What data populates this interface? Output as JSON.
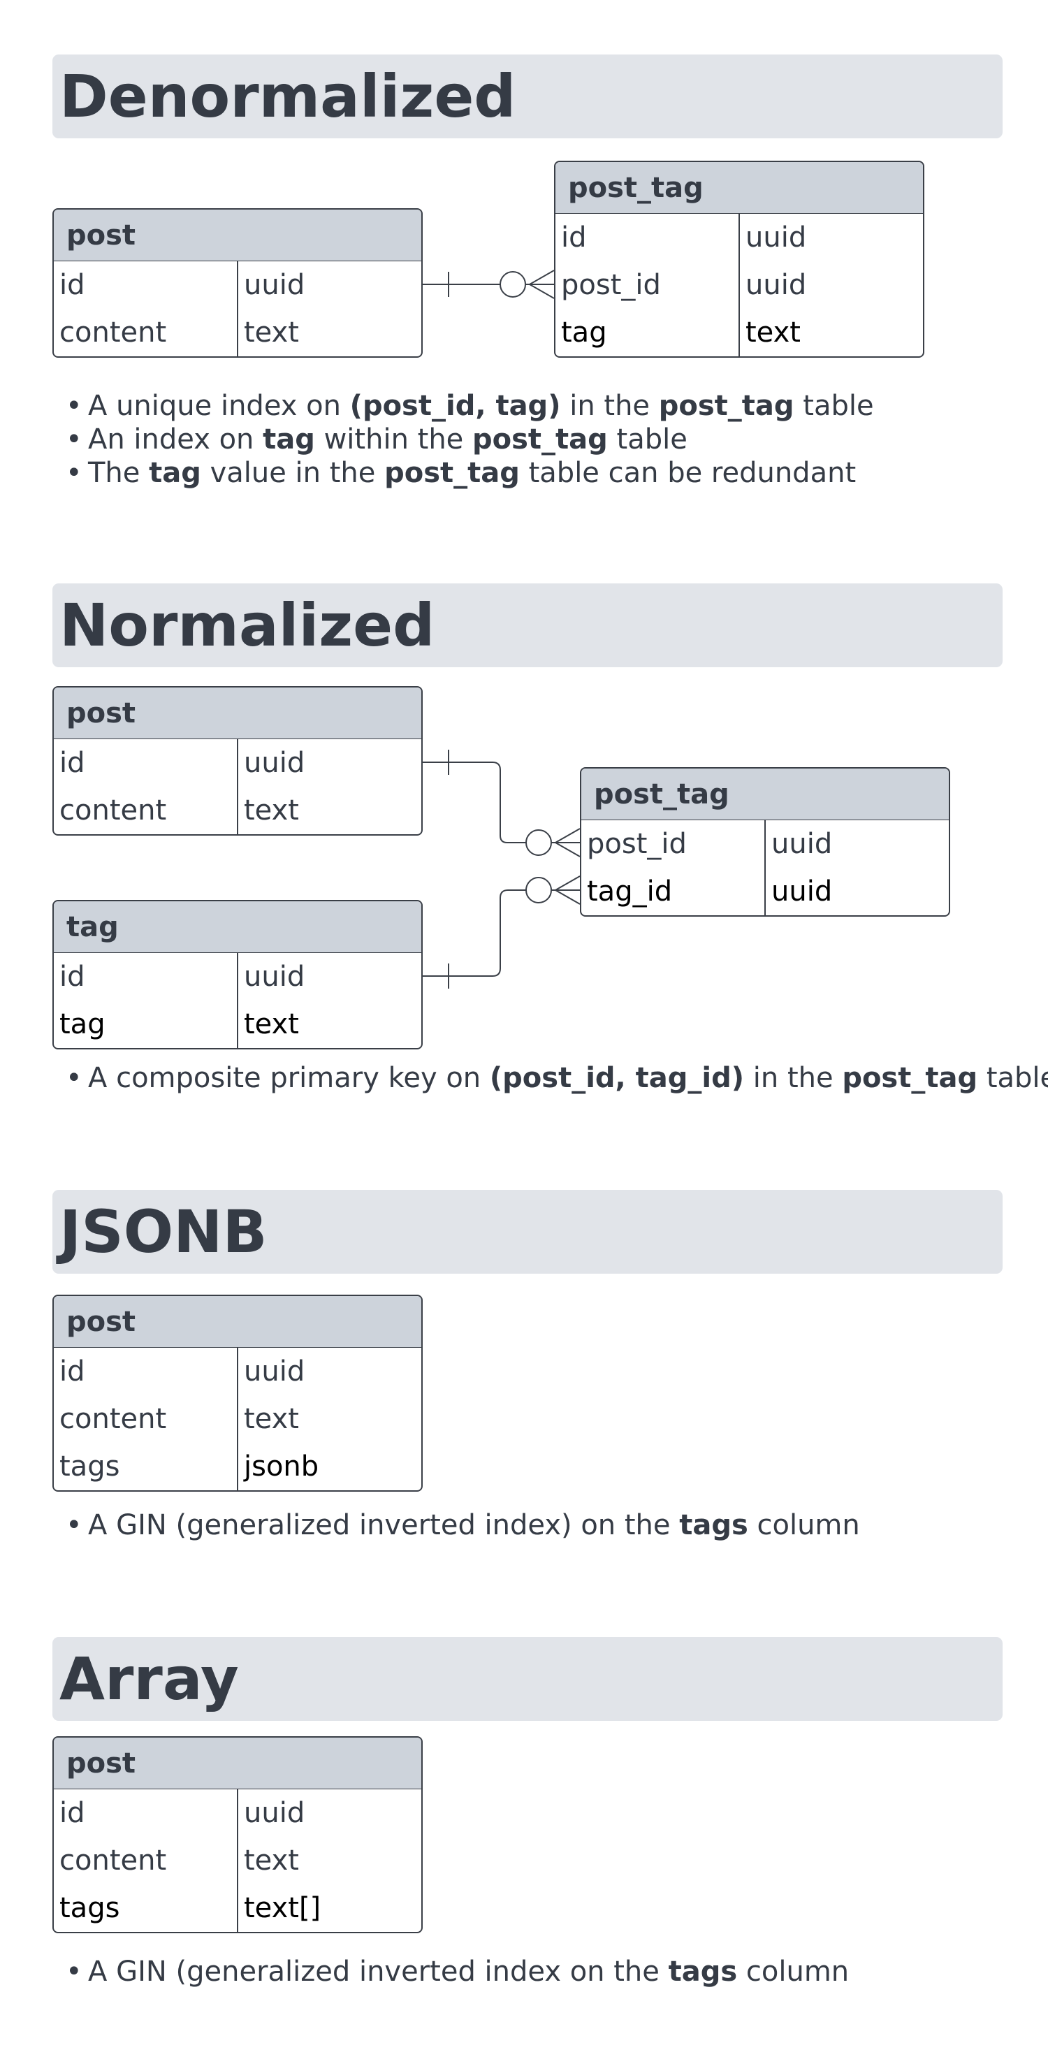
{
  "sections": {
    "denormalized": {
      "title": "Denormalized",
      "post": {
        "name": "post",
        "rows": [
          [
            "id",
            "uuid"
          ],
          [
            "content",
            "text"
          ]
        ]
      },
      "post_tag": {
        "name": "post_tag",
        "rows": [
          [
            "id",
            "uuid"
          ],
          [
            "post_id",
            "uuid"
          ],
          [
            "tag",
            "text"
          ]
        ]
      },
      "notes": [
        [
          {
            "t": "A unique index on "
          },
          {
            "t": "(post_id, tag)",
            "b": true
          },
          {
            "t": " in the "
          },
          {
            "t": "post_tag",
            "b": true
          },
          {
            "t": " table"
          }
        ],
        [
          {
            "t": "An index on "
          },
          {
            "t": "tag",
            "b": true
          },
          {
            "t": " within the "
          },
          {
            "t": "post_tag",
            "b": true
          },
          {
            "t": " table"
          }
        ],
        [
          {
            "t": "The "
          },
          {
            "t": "tag",
            "b": true
          },
          {
            "t": " value in the "
          },
          {
            "t": "post_tag",
            "b": true
          },
          {
            "t": " table can be redundant"
          }
        ]
      ]
    },
    "normalized": {
      "title": "Normalized",
      "post": {
        "name": "post",
        "rows": [
          [
            "id",
            "uuid"
          ],
          [
            "content",
            "text"
          ]
        ]
      },
      "tag": {
        "name": "tag",
        "rows": [
          [
            "id",
            "uuid"
          ],
          [
            "tag",
            "text"
          ]
        ]
      },
      "post_tag": {
        "name": "post_tag",
        "rows": [
          [
            "post_id",
            "uuid"
          ],
          [
            "tag_id",
            "uuid"
          ]
        ]
      },
      "notes": [
        [
          {
            "t": "A composite primary key on "
          },
          {
            "t": "(post_id, tag_id)",
            "b": true
          },
          {
            "t": " in the "
          },
          {
            "t": "post_tag",
            "b": true
          },
          {
            "t": " table"
          }
        ]
      ]
    },
    "jsonb": {
      "title": "JSONB",
      "post": {
        "name": "post",
        "rows": [
          [
            "id",
            "uuid"
          ],
          [
            "content",
            "text"
          ],
          [
            "tags",
            "jsonb"
          ]
        ]
      },
      "notes": [
        [
          {
            "t": "A GIN (generalized inverted index) on the "
          },
          {
            "t": "tags",
            "b": true
          },
          {
            "t": " column"
          }
        ]
      ]
    },
    "array": {
      "title": "Array",
      "post": {
        "name": "post",
        "rows": [
          [
            "id",
            "uuid"
          ],
          [
            "content",
            "text"
          ],
          [
            "tags",
            "text[]"
          ]
        ]
      },
      "notes": [
        [
          {
            "t": "A GIN (generalized inverted index on the "
          },
          {
            "t": "tags",
            "b": true
          },
          {
            "t": " column"
          }
        ]
      ]
    }
  },
  "relationships": [
    {
      "from": "denormalized.post.id",
      "to": "denormalized.post_tag.post_id",
      "from_cardinality": "one",
      "to_cardinality": "zero-or-many"
    },
    {
      "from": "normalized.post.id",
      "to": "normalized.post_tag.post_id",
      "from_cardinality": "one",
      "to_cardinality": "zero-or-many"
    },
    {
      "from": "normalized.tag.id",
      "to": "normalized.post_tag.tag_id",
      "from_cardinality": "one",
      "to_cardinality": "zero-or-many"
    }
  ],
  "colors": {
    "header_band": "#e1e4e9",
    "table_header": "#cdd3db",
    "text": "#353b45",
    "line": "#3a3f47"
  }
}
